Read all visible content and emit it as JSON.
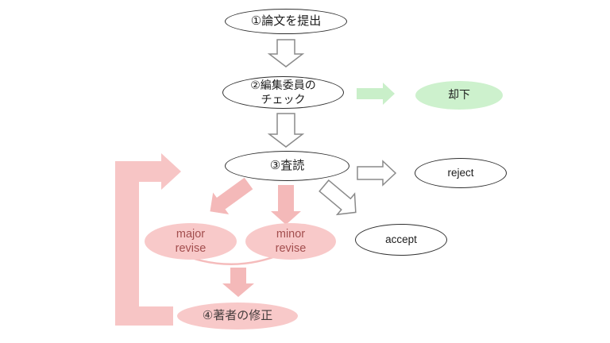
{
  "diagram": {
    "description": "Japanese journal paper submission and review process flowchart",
    "nodes": {
      "submit": {
        "label": "①論文を提出"
      },
      "editor_check": {
        "line1": "②編集委員の",
        "line2": "チェック"
      },
      "kyakka": {
        "label": "却下"
      },
      "peer_review": {
        "label": "③査読"
      },
      "reject": {
        "label": "reject"
      },
      "major_revise": {
        "line1": "major",
        "line2": "revise"
      },
      "minor_revise": {
        "line1": "minor",
        "line2": "revise"
      },
      "accept": {
        "label": "accept"
      },
      "author_fix": {
        "label": "④著者の修正"
      }
    },
    "colors": {
      "green_fill": "#cdf1cd",
      "green_arrow": "#c9efc9",
      "pink_fill": "#f8c9c9",
      "pink_arrow": "#f4b9b9",
      "loop_pink": "#f7c5c5",
      "arc_pink": "#f5bcbc",
      "pink_text": "#a34e4e",
      "dark_text": "#443c3c",
      "hollow_arrow_outline": "#8a8a8a",
      "ellipse_outline": "#2f2f2f",
      "hollow_arrow_fill": "#ffffff"
    }
  }
}
